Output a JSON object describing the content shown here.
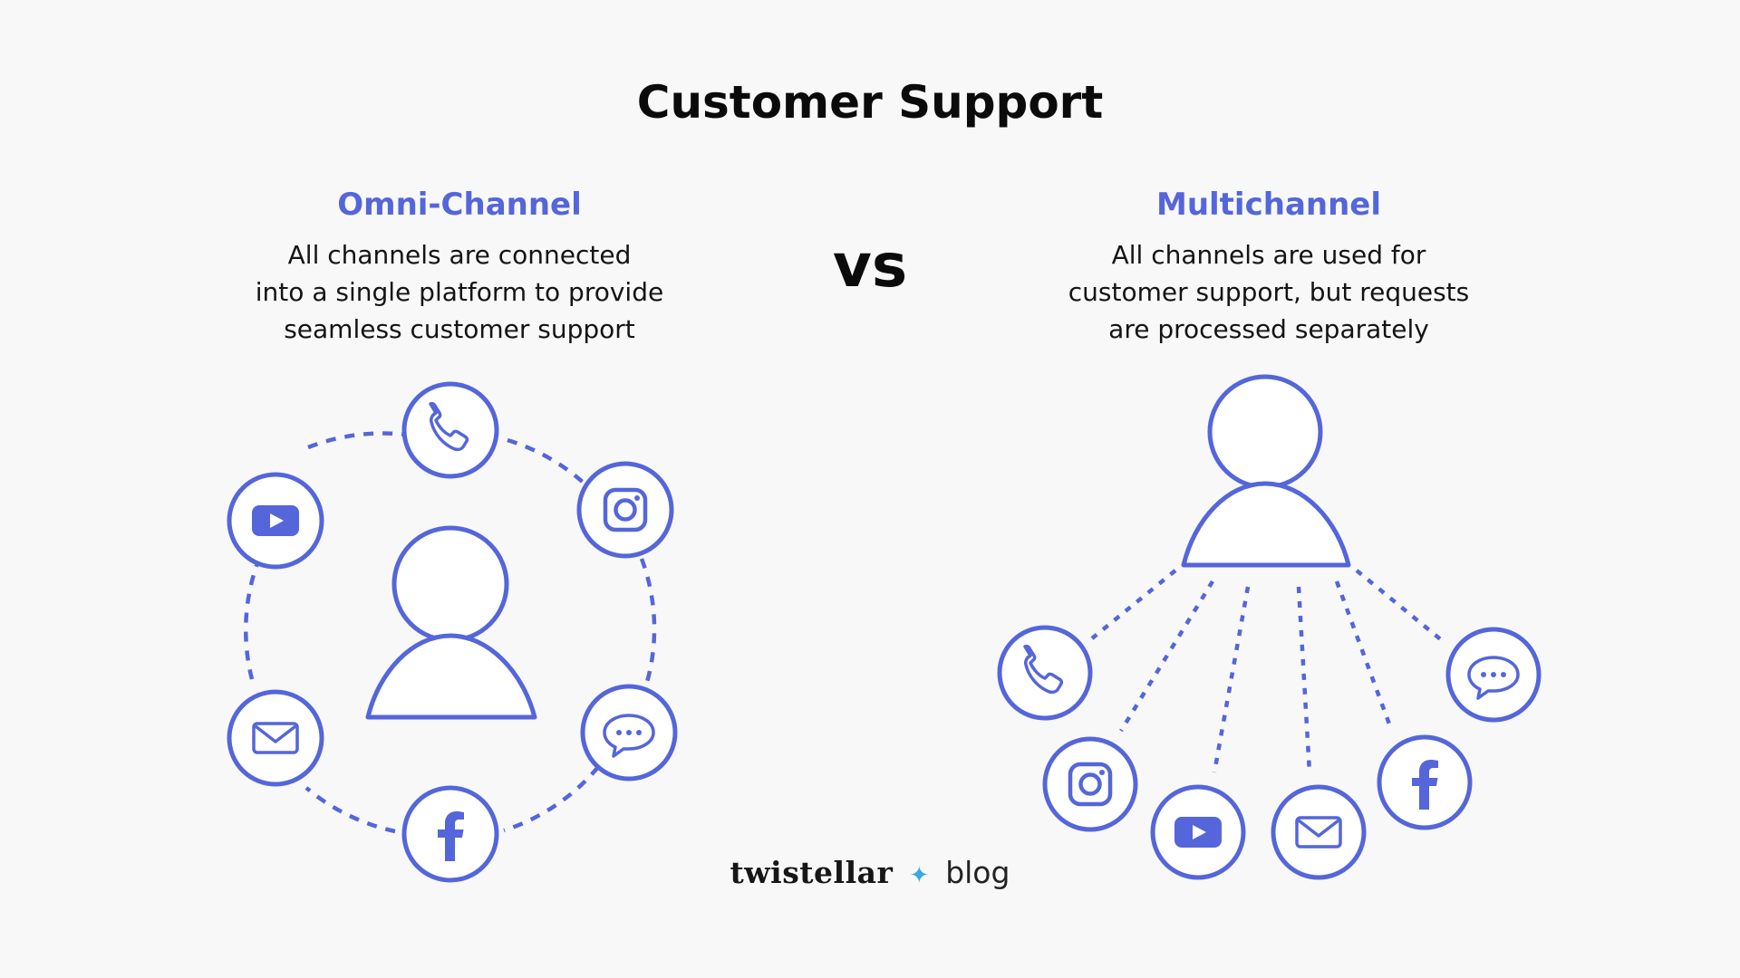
{
  "title": "Customer Support",
  "vs_label": "vs",
  "omni": {
    "heading": "Omni-Channel",
    "description": "All channels are connected\ninto a single platform to provide\nseamless customer support"
  },
  "multi": {
    "heading": "Multichannel",
    "description": "All channels are used for\ncustomer support, but requests\nare processed separately"
  },
  "brand": {
    "name": "twistellar",
    "separator": "✦",
    "suffix": "blog"
  },
  "colors": {
    "accent": "#5466da",
    "background": "#f8f8f9",
    "icon_fill": "#ffffff"
  },
  "channels": [
    "phone-icon",
    "instagram-icon",
    "chat-icon",
    "facebook-icon",
    "email-icon",
    "youtube-icon"
  ]
}
